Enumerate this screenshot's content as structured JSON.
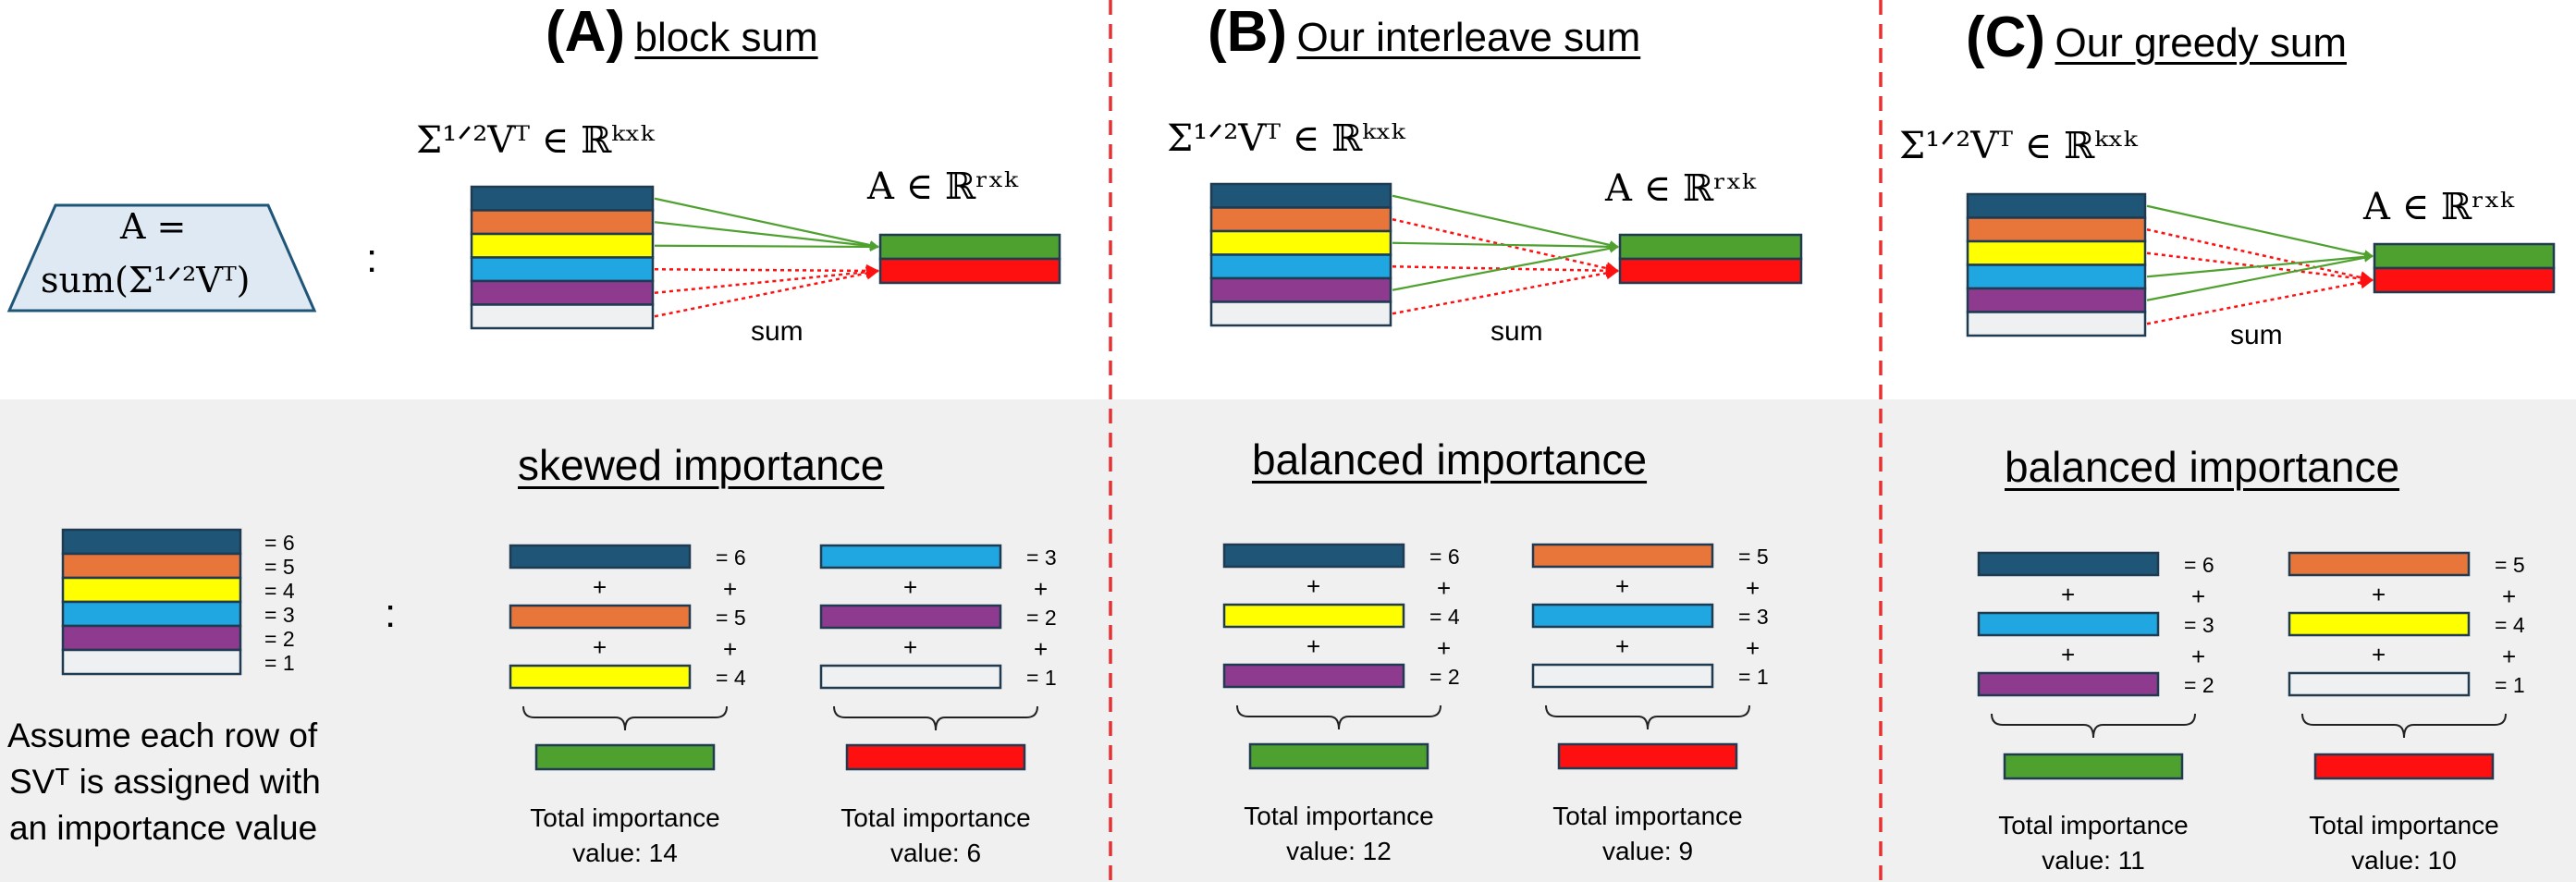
{
  "colors": {
    "navy": "#1f5577",
    "orange": "#e8763a",
    "yellow": "#ffff00",
    "blue": "#20a7e2",
    "purple": "#8e3a8f",
    "white_row": "#eef0f2",
    "green": "#4ea12f",
    "red": "#ff1010",
    "gray_band": "#f0f0f0",
    "trap_fill": "#dfe9f3",
    "dashed_line": "#e83030"
  },
  "panels": {
    "a": {
      "letter": "(A)",
      "name": "block sum",
      "matrix_label": "Σ¹ᐟ²Vᵀ ∈ ℝᵏˣᵏ",
      "out_label": "A ∈ ℝʳˣᵏ",
      "sum_label": "sum",
      "importance_title": "skewed importance",
      "groups": [
        {
          "rows": [
            {
              "color": "navy",
              "value": "= 6"
            },
            {
              "color": "orange",
              "value": "= 5"
            },
            {
              "color": "yellow",
              "value": "= 4"
            }
          ],
          "plus": "+",
          "result_color": "green",
          "total": "Total importance",
          "total_value": "value: 14"
        },
        {
          "rows": [
            {
              "color": "blue",
              "value": "= 3"
            },
            {
              "color": "purple",
              "value": "= 2"
            },
            {
              "color": "white_row",
              "value": "= 1"
            }
          ],
          "plus": "+",
          "result_color": "red",
          "total": "Total importance",
          "total_value": "value: 6"
        }
      ]
    },
    "b": {
      "letter": "(B)",
      "name": "Our interleave sum",
      "matrix_label": "Σ¹ᐟ²Vᵀ ∈ ℝᵏˣᵏ",
      "out_label": "A ∈ ℝʳˣᵏ",
      "sum_label": "sum",
      "importance_title": "balanced importance",
      "groups": [
        {
          "rows": [
            {
              "color": "navy",
              "value": "= 6"
            },
            {
              "color": "yellow",
              "value": "= 4"
            },
            {
              "color": "purple",
              "value": "= 2"
            }
          ],
          "plus": "+",
          "result_color": "green",
          "total": "Total importance",
          "total_value": "value: 12"
        },
        {
          "rows": [
            {
              "color": "orange",
              "value": "= 5"
            },
            {
              "color": "blue",
              "value": "= 3"
            },
            {
              "color": "white_row",
              "value": "= 1"
            }
          ],
          "plus": "+",
          "result_color": "red",
          "total": "Total importance",
          "total_value": "value: 9"
        }
      ]
    },
    "c": {
      "letter": "(C)",
      "name": "Our greedy sum",
      "matrix_label": "Σ¹ᐟ²Vᵀ ∈ ℝᵏˣᵏ",
      "out_label": "A ∈ ℝʳˣᵏ",
      "sum_label": "sum",
      "importance_title": "balanced importance",
      "groups": [
        {
          "rows": [
            {
              "color": "navy",
              "value": "= 6"
            },
            {
              "color": "blue",
              "value": "= 3"
            },
            {
              "color": "purple",
              "value": "= 2"
            }
          ],
          "plus": "+",
          "result_color": "green",
          "total": "Total importance",
          "total_value": "value: 11"
        },
        {
          "rows": [
            {
              "color": "orange",
              "value": "= 5"
            },
            {
              "color": "yellow",
              "value": "= 4"
            },
            {
              "color": "white_row",
              "value": "= 1"
            }
          ],
          "plus": "+",
          "result_color": "red",
          "total": "Total importance",
          "total_value": "value: 10"
        }
      ]
    }
  },
  "legend": {
    "trap_line1": "A =",
    "trap_line2": "sum(Σ¹ᐟ²Vᵀ)",
    "colon": ":",
    "rows": [
      {
        "color": "navy",
        "value": "= 6"
      },
      {
        "color": "orange",
        "value": "= 5"
      },
      {
        "color": "yellow",
        "value": "= 4"
      },
      {
        "color": "blue",
        "value": "= 3"
      },
      {
        "color": "purple",
        "value": "= 2"
      },
      {
        "color": "white_row",
        "value": "= 1"
      }
    ],
    "caption_line1": "Assume each row of",
    "caption_line2": "SVᵀ is assigned with",
    "caption_line3": "an importance value"
  }
}
